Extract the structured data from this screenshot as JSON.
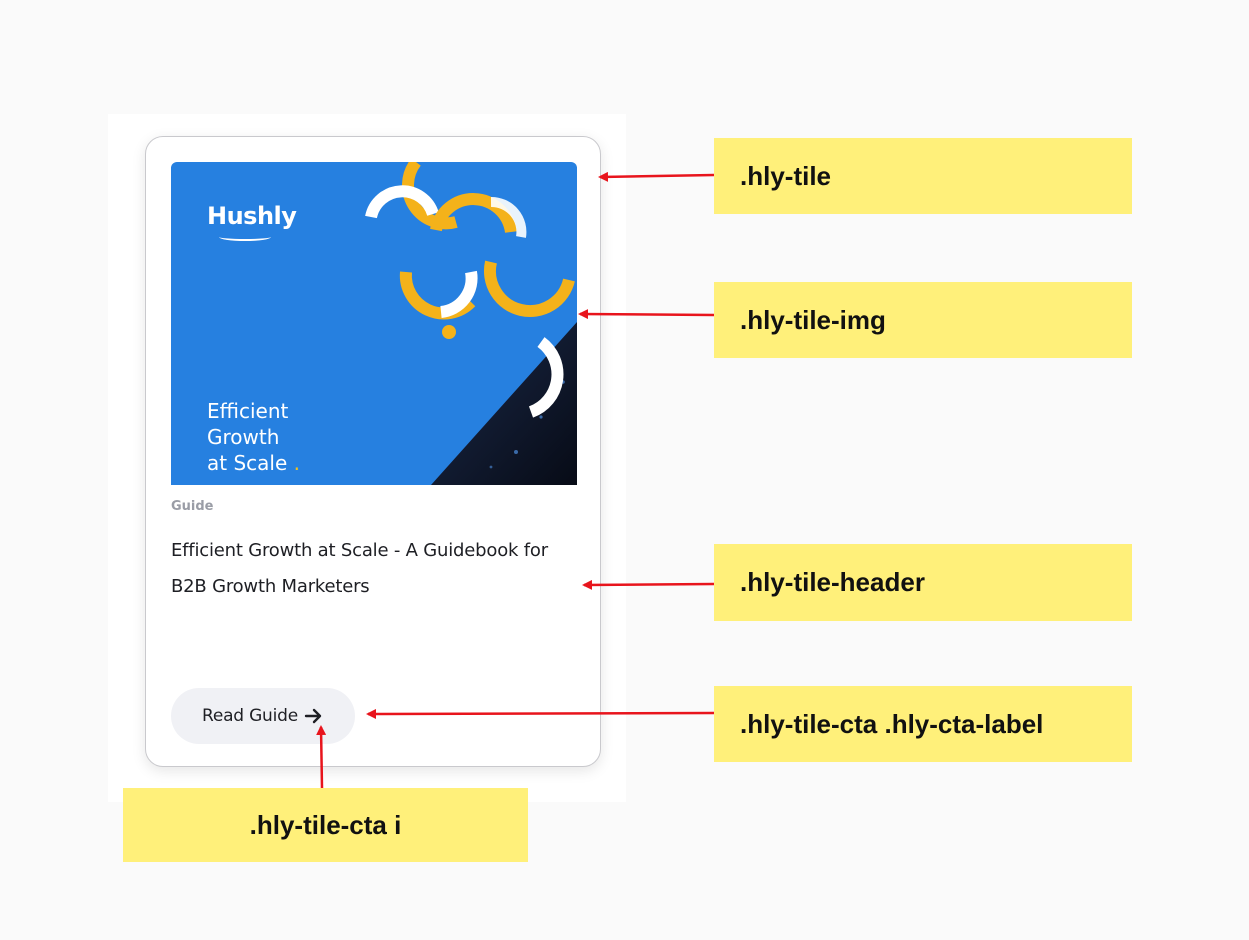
{
  "tile": {
    "image": {
      "brand": "Hushly",
      "title_lines": [
        "Efficient",
        "Growth",
        "at Scale"
      ],
      "title_dot": ".",
      "colors": {
        "background": "#2680e0",
        "accent": "#f4c21a",
        "dark": "#0c1426"
      }
    },
    "type_label": "Guide",
    "header": "Efficient Growth at Scale - A Guidebook for B2B Growth Marketers",
    "cta": {
      "label": "Read Guide",
      "icon": "arrow-right-icon"
    }
  },
  "annotations": {
    "tile": ".hly-tile",
    "tile_img": ".hly-tile-img",
    "tile_header": ".hly-tile-header",
    "cta_label": ".hly-tile-cta .hly-cta-label",
    "cta_icon": ".hly-tile-cta i"
  },
  "annotation_colors": {
    "note_fill": "#fff07a",
    "arrow": "#e8141c"
  }
}
